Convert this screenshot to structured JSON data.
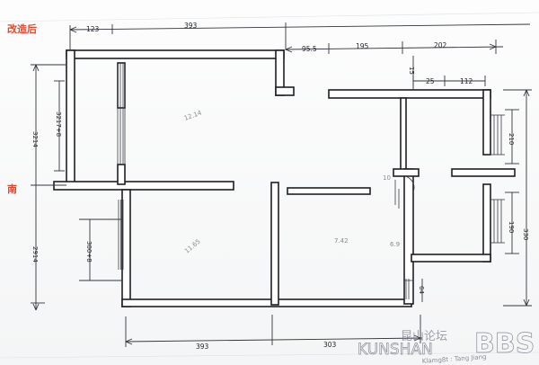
{
  "labels": {
    "title": "改造后",
    "direction": "南"
  },
  "dimensions": {
    "top_left_small": "123",
    "top_main": "393",
    "top_mid_small": "95.5",
    "top_mid": "195",
    "top_right": "202",
    "inner_25": "25",
    "inner_112": "112",
    "vertical_15": "15",
    "left_outer_upper": "3214",
    "left_inner_upper": "3217+8",
    "left_outer_lower": "2914",
    "left_inner_lower": "300+8",
    "right_outer": "330",
    "right_window_upper": "210",
    "right_window_lower": "190",
    "right_small": "64",
    "bottom_left": "393",
    "bottom_right": "303",
    "room_note_1": "12.14",
    "room_note_2": "11.65",
    "room_note_3": "7.42",
    "room_note_4": "6.9",
    "room_note_5": "10"
  },
  "watermark": {
    "cn": "昆山论坛",
    "en": "KUNSHAN",
    "bbs": "BBS",
    "signature": "Klamg8t : Tang Jiang"
  }
}
